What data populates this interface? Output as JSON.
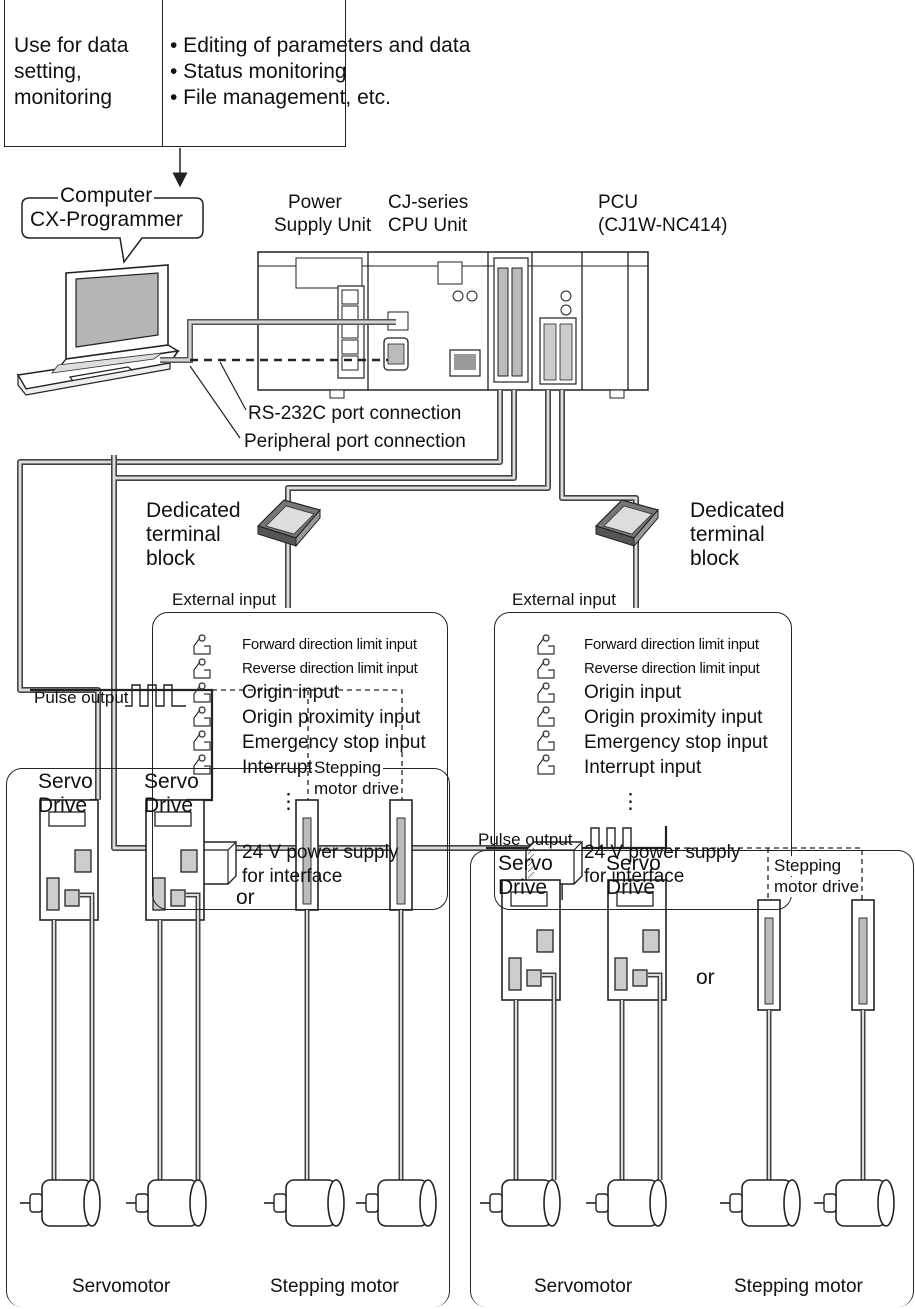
{
  "header_box": {
    "left": [
      "Use for data",
      "setting,",
      "monitoring"
    ],
    "right": [
      "• Editing of parameters and data",
      "• Status monitoring",
      "• File management, etc."
    ]
  },
  "computer": {
    "title": "Computer",
    "software": "CX-Programmer"
  },
  "units": {
    "power_supply": [
      "Power",
      "Supply Unit"
    ],
    "cpu": [
      "CJ-series",
      "CPU Unit"
    ],
    "pcu": [
      "PCU",
      "(CJ1W-NC414)"
    ]
  },
  "connections": {
    "rs232c": "RS-232C port connection",
    "peripheral": "Peripheral port connection"
  },
  "terminal_block": {
    "label": [
      "Dedicated",
      "terminal",
      "block"
    ],
    "external_input": "External input"
  },
  "inputs": [
    "Forward direction limit input",
    "Reverse direction limit input",
    "Origin input",
    "Origin proximity input",
    "Emergency stop input",
    "Interrupt input"
  ],
  "ellipsis": "⋮",
  "power_supply_24v": [
    "24 V power supply",
    "for interface"
  ],
  "pulse_output": "Pulse output",
  "drives": {
    "servo": [
      "Servo",
      "Drive"
    ],
    "stepping": [
      "Stepping",
      "motor drive"
    ],
    "or": "or",
    "servomotor": "Servomotor",
    "stepping_motor": "Stepping motor"
  }
}
